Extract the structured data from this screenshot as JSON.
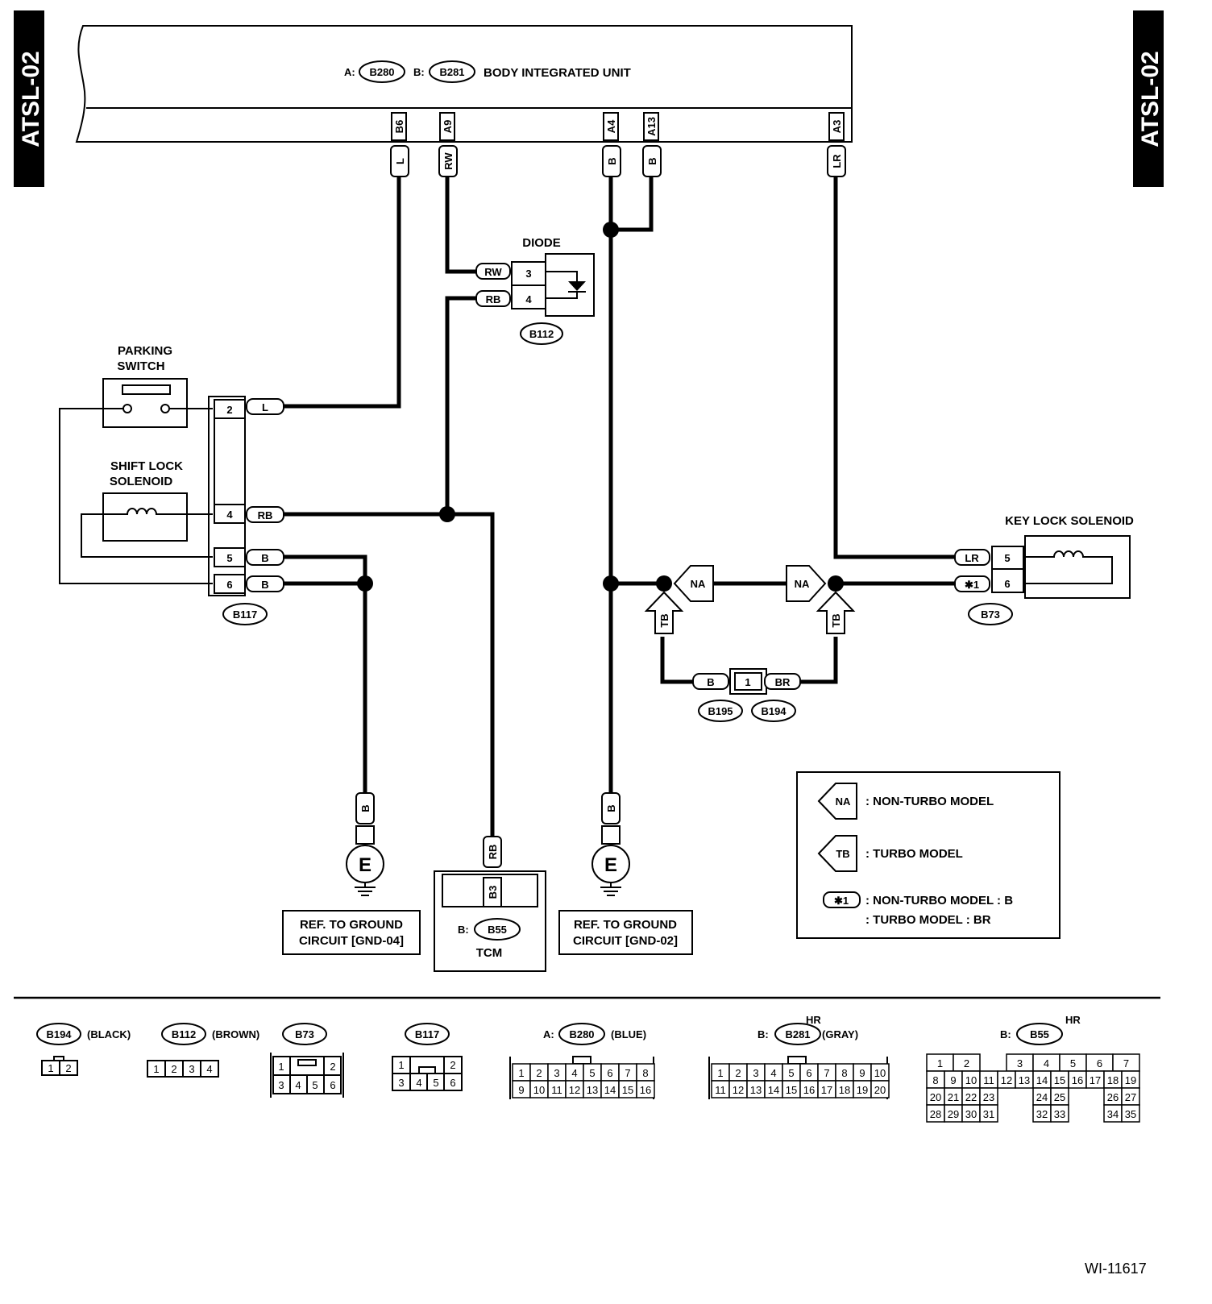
{
  "page_tags": {
    "left": "ATSL-02",
    "right": "ATSL-02"
  },
  "body_unit": {
    "a_label": "A:",
    "a_conn": "B280",
    "b_label": "B:",
    "b_conn": "B281",
    "title": "BODY INTEGRATED UNIT"
  },
  "pins": {
    "b6": "B6",
    "a9": "A9",
    "a4": "A4",
    "a13": "A13",
    "a3": "A3"
  },
  "wires": {
    "l": "L",
    "rw": "RW",
    "rb": "RB",
    "b": "B",
    "lr": "LR",
    "br": "BR",
    "star1": "✱1"
  },
  "diode": {
    "title": "DIODE",
    "pin3": "3",
    "pin4": "4",
    "conn": "B112"
  },
  "parking_switch": {
    "line1": "PARKING",
    "line2": "SWITCH"
  },
  "shift_lock": {
    "line1": "SHIFT LOCK",
    "line2": "SOLENOID"
  },
  "b117": {
    "conn": "B117",
    "pin2": "2",
    "pin4": "4",
    "pin5": "5",
    "pin6": "6"
  },
  "key_lock": {
    "title": "KEY LOCK SOLENOID",
    "pin5": "5",
    "pin6": "6",
    "conn": "B73"
  },
  "flags": {
    "na": "NA",
    "tb": "TB"
  },
  "junction_conn": {
    "pin": "1",
    "left": "B195",
    "right": "B194"
  },
  "ground": {
    "symbol": "E",
    "ref1_l1": "REF. TO GROUND",
    "ref1_l2": "CIRCUIT [GND-04]",
    "ref2_l1": "REF. TO GROUND",
    "ref2_l2": "CIRCUIT [GND-02]"
  },
  "tcm": {
    "pin": "B3",
    "prefix": "B:",
    "conn": "B55",
    "name": "TCM"
  },
  "legend": {
    "na_text": ": NON-TURBO MODEL",
    "tb_text": ": TURBO MODEL",
    "star_line1": ": NON-TURBO MODEL : B",
    "star_line2": ": TURBO MODEL : BR"
  },
  "connector_views": {
    "b194": {
      "name": "B194",
      "color": "(BLACK)",
      "pins": [
        "1",
        "2"
      ]
    },
    "b112": {
      "name": "B112",
      "color": "(BROWN)",
      "pins": [
        "1",
        "2",
        "3",
        "4"
      ]
    },
    "b73": {
      "name": "B73",
      "pins_top": [
        "1",
        "2"
      ],
      "pins_bottom": [
        "3",
        "4",
        "5",
        "6"
      ]
    },
    "b117": {
      "name": "B117",
      "pins_top": [
        "1",
        "2"
      ],
      "pins_bottom": [
        "3",
        "4",
        "5",
        "6"
      ]
    },
    "b280": {
      "prefix": "A:",
      "name": "B280",
      "color": "(BLUE)",
      "row1": [
        "1",
        "2",
        "3",
        "4",
        "5",
        "6",
        "7",
        "8"
      ],
      "row2": [
        "9",
        "10",
        "11",
        "12",
        "13",
        "14",
        "15",
        "16"
      ]
    },
    "b281": {
      "prefix": "B:",
      "name": "B281",
      "color": "(GRAY)",
      "hr": "HR",
      "row1": [
        "1",
        "2",
        "3",
        "4",
        "5",
        "6",
        "7",
        "8",
        "9",
        "10"
      ],
      "row2": [
        "11",
        "12",
        "13",
        "14",
        "15",
        "16",
        "17",
        "18",
        "19",
        "20"
      ]
    },
    "b55": {
      "prefix": "B:",
      "name": "B55",
      "hr": "HR",
      "row1": [
        "1",
        "2",
        "",
        "3",
        "4",
        "5",
        "6",
        "7"
      ],
      "row2": [
        "8",
        "9",
        "10",
        "11",
        "12",
        "13",
        "14",
        "15",
        "16",
        "17",
        "18",
        "19"
      ],
      "row3": [
        "20",
        "21",
        "22",
        "23",
        "",
        "",
        "24",
        "25",
        "",
        "",
        "26",
        "27"
      ],
      "row4": [
        "28",
        "29",
        "30",
        "31",
        "",
        "",
        "32",
        "33",
        "",
        "",
        "34",
        "35"
      ]
    }
  },
  "figure_id": "WI-11617"
}
